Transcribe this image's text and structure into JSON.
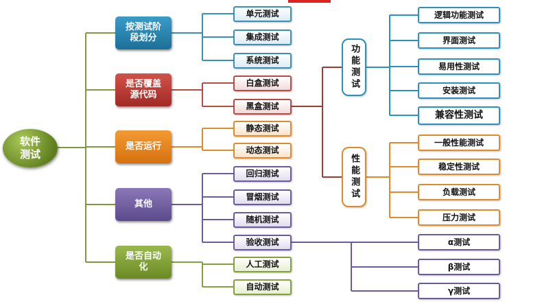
{
  "root": {
    "label": "软件\n测试"
  },
  "categories": {
    "stage": "按测试阶\n段划分",
    "coverage": "是否覆盖\n源代码",
    "running": "是否运行",
    "other": "其他",
    "automation": "是否自动\n化"
  },
  "leaves": {
    "unit": "单元测试",
    "integration": "集成测试",
    "system": "系统测试",
    "whitebox": "白盒测试",
    "blackbox": "黑盒测试",
    "static": "静态测试",
    "dynamic": "动态测试",
    "regression": "回归测试",
    "smoke": "冒烟测试",
    "random": "随机测试",
    "acceptance": "验收测试",
    "manual": "人工测试",
    "auto": "自动测试"
  },
  "subgroups": {
    "functional": "功能测试",
    "performance": "性能测试"
  },
  "functional_items": [
    "逻辑功能测试",
    "界面测试",
    "易用性测试",
    "安装测试",
    "兼容性测试"
  ],
  "performance_items": [
    "一般性能测试",
    "稳定性测试",
    "负载测试",
    "压力测试"
  ],
  "acceptance_items": [
    "α测试",
    "β测试",
    "γ测试"
  ],
  "colors": {
    "root": "#7a9a2e",
    "stage": "#2b8fbf",
    "coverage": "#b83a34",
    "running": "#e58420",
    "other": "#6b5a9c",
    "automation": "#7e9d35",
    "line_root": "#7e9a3a",
    "line_blackbox": "#9b3b36"
  }
}
